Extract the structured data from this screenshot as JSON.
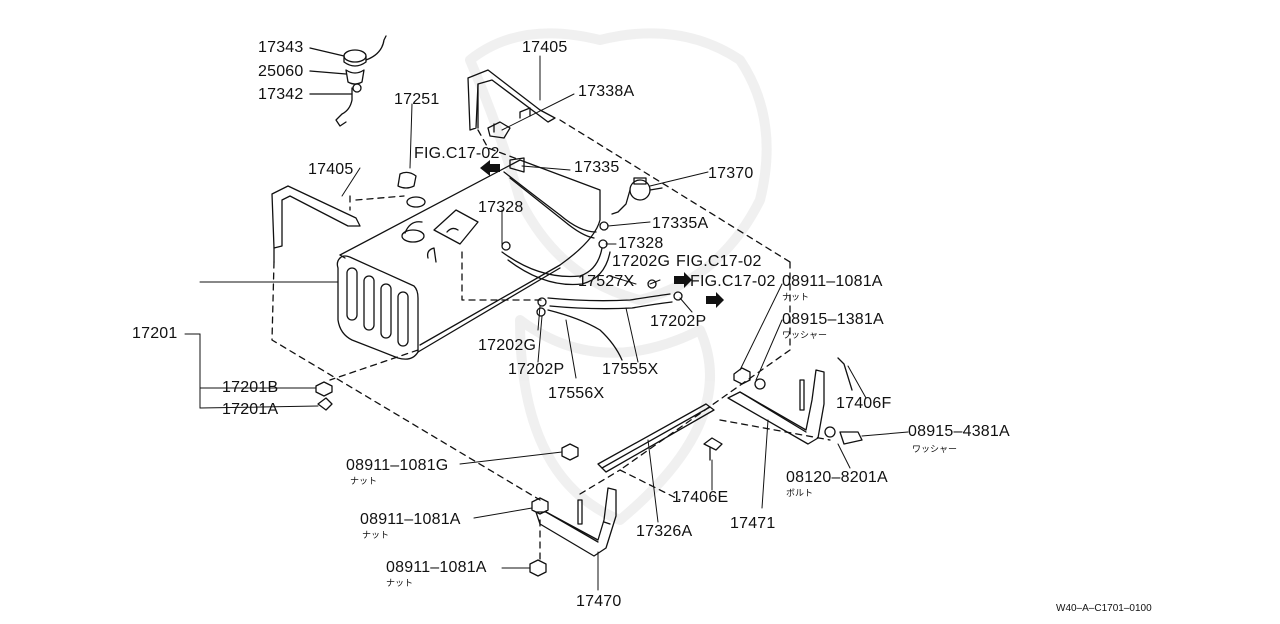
{
  "diagram": {
    "callouts": {
      "p17343": "17343",
      "p25060": "25060",
      "p17342": "17342",
      "p17405_top": "17405",
      "p17338A": "17338A",
      "p17251": "17251",
      "fig_top": "FIG.C17-02",
      "p17335": "17335",
      "p17370": "17370",
      "p17405_left": "17405",
      "p17328_a": "17328",
      "p17335A": "17335A",
      "p17328_b": "17328",
      "p17202G_top": "17202G",
      "fig_mid": "FIG.C17-02",
      "p17527X": "17527X",
      "fig_low": "FIG.C17-02",
      "p08911_1081A_right": "08911–1081A",
      "p08915_1381A": "08915–1381A",
      "p17202P_right": "17202P",
      "p17201": "17201",
      "p17202G_low": "17202G",
      "p17202P_low": "17202P",
      "p17555X": "17555X",
      "p17556X": "17556X",
      "p17201B": "17201B",
      "p17201A": "17201A",
      "p17406F": "17406F",
      "p08915_4381A": "08915–4381A",
      "p08911_1081G": "08911–1081G",
      "p08120_8201A": "08120–8201A",
      "p17406E": "17406E",
      "p08911_1081A_mid": "08911–1081A",
      "p17326A": "17326A",
      "p17471": "17471",
      "p08911_1081A_bot": "08911–1081A",
      "p17470": "17470"
    },
    "subnotes": {
      "nut_right": "ナット",
      "washer_right": "ワッシャー",
      "washer_low": "ワッシャー",
      "nut_g": "ナット",
      "bolt": "ボルト",
      "nut_mid": "ナット",
      "nut_bot": "ナット"
    },
    "drawing_code": "W40–A–C1701–0100"
  }
}
